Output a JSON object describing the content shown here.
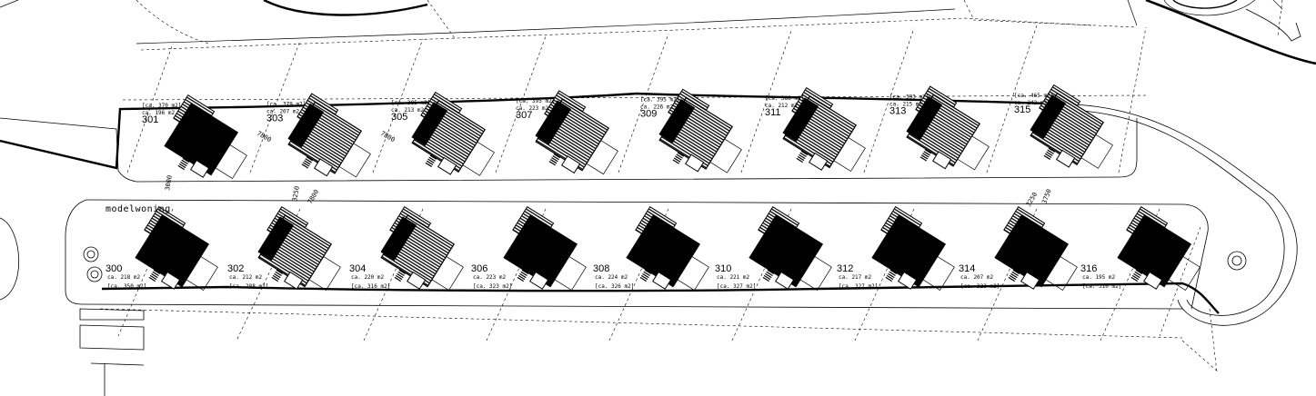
{
  "model_label": "modelwoning",
  "north_row": [
    {
      "number": "301",
      "plot_area": "ca. 370 m2",
      "floor_area": "ca. 196 m2",
      "style": "solid"
    },
    {
      "number": "303",
      "plot_area": "ca. 379 m2",
      "floor_area": "ca. 207 m2",
      "style": "hatched"
    },
    {
      "number": "305",
      "plot_area": "ca. 385 m2",
      "floor_area": "ca. 213 m2",
      "style": "hatched"
    },
    {
      "number": "307",
      "plot_area": "ca. 395 m2",
      "floor_area": "ca. 223 m2",
      "style": "hatched"
    },
    {
      "number": "309",
      "plot_area": "ca. 395 m2",
      "floor_area": "ca. 226 m2",
      "style": "hatched"
    },
    {
      "number": "311",
      "plot_area": "ca. 386 m2",
      "floor_area": "ca. 212 m2",
      "style": "hatched"
    },
    {
      "number": "313",
      "plot_area": "ca. 393 m2",
      "floor_area": "ca. 215 m2",
      "style": "hatched"
    },
    {
      "number": "315",
      "plot_area": "ca. 465 m2",
      "floor_area": "ca. 242 m2",
      "style": "hatched"
    }
  ],
  "south_row": [
    {
      "number": "300",
      "plot_area": "ca. 218 m2",
      "floor_area": "ca. 350 m2",
      "style": "solid"
    },
    {
      "number": "302",
      "plot_area": "ca. 212 m2",
      "floor_area": "ca. 288 m2",
      "style": "hatched"
    },
    {
      "number": "304",
      "plot_area": "ca. 220 m2",
      "floor_area": "ca. 316 m2",
      "style": "hatched"
    },
    {
      "number": "306",
      "plot_area": "ca. 223 m2",
      "floor_area": "ca. 323 m2",
      "style": "solid"
    },
    {
      "number": "308",
      "plot_area": "ca. 224 m2",
      "floor_area": "ca. 326 m2",
      "style": "solid"
    },
    {
      "number": "310",
      "plot_area": "ca. 221 m2",
      "floor_area": "ca. 327 m2",
      "style": "solid"
    },
    {
      "number": "312",
      "plot_area": "ca. 217 m2",
      "floor_area": "ca. 327 m2",
      "style": "solid"
    },
    {
      "number": "314",
      "plot_area": "ca. 207 m2",
      "floor_area": "ca. 323 m2",
      "style": "solid"
    },
    {
      "number": "316",
      "plot_area": "ca. 195 m2",
      "floor_area": "ca. 310 m2",
      "style": "solid"
    }
  ],
  "dimensions": [
    "7800",
    "7800",
    "3000",
    "3250",
    "7800",
    "3250",
    "3750"
  ],
  "colors": {
    "ink": "#000000",
    "paper": "#ffffff"
  }
}
